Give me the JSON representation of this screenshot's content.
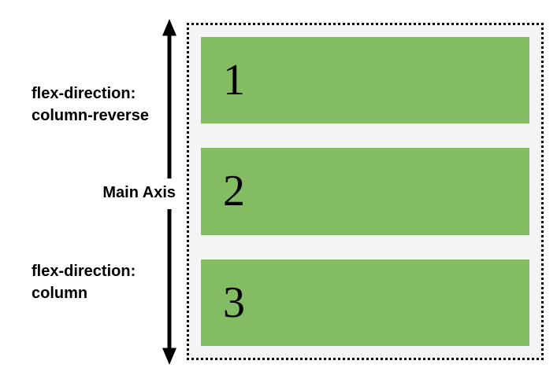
{
  "page": {
    "background": "#ffffff"
  },
  "labels": {
    "column_reverse": {
      "line1": "flex-direction:",
      "line2": "column-reverse"
    },
    "main_axis": "Main Axis",
    "column": {
      "line1": "flex-direction:",
      "line2": "column"
    }
  },
  "arrow": {
    "icon": "double-headed-vertical-arrow",
    "color": "#000000"
  },
  "flex_container": {
    "background": "#f4f4f4",
    "border_color": "#000000",
    "border_style": "dotted",
    "item_background": "#82bc63",
    "item_text_color": "#000000",
    "label_color": "#000000",
    "items": [
      {
        "label": "1"
      },
      {
        "label": "2"
      },
      {
        "label": "3"
      }
    ]
  }
}
